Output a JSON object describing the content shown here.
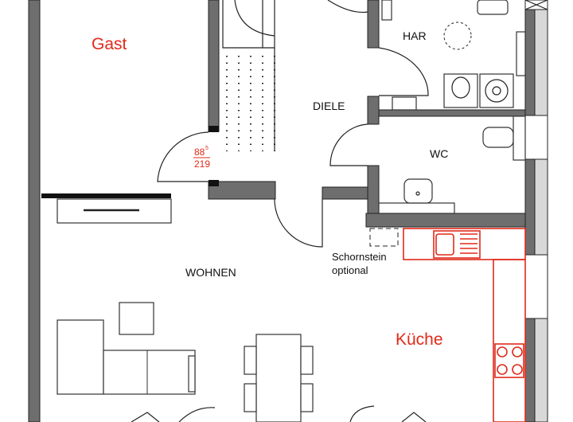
{
  "rooms": {
    "gast": "Gast",
    "har": "HAR",
    "diele": "DIELE",
    "wc": "WC",
    "wohnen": "WOHNEN",
    "kueche": "Küche"
  },
  "door_dimension": {
    "width": "88",
    "width_superscript": "5",
    "height": "219"
  },
  "chimney_note": {
    "line1": "Schornstein",
    "line2": "optional"
  },
  "colors": {
    "walls": "#6e6e6e",
    "kitchen": "#e02a1a",
    "labels_red": "#e02a1a"
  }
}
